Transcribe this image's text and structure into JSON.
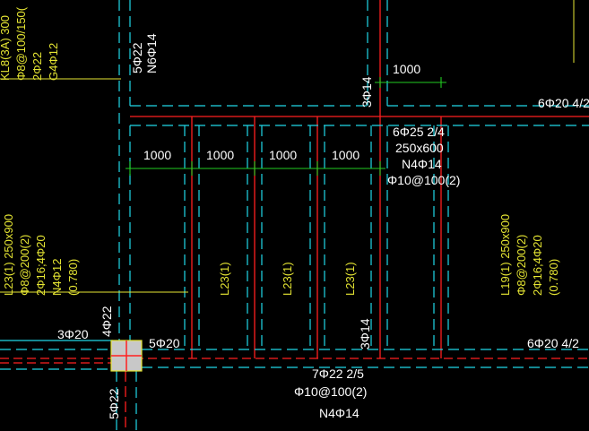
{
  "colors": {
    "background": "#000000",
    "beam_line": "#ff2020",
    "cyan_dash": "#20d8e8",
    "yellow": "#e6e633",
    "green_dim": "#22cc22",
    "white_text": "#ffffff",
    "column_fill": "#c8c8c8"
  },
  "top_left_block": {
    "line1": "KL8(3A) 300",
    "line2": "Φ8@100/150(",
    "line3": "2Φ22",
    "line4": "G4Φ12"
  },
  "top_mid_label": {
    "line1": "5Φ22",
    "line2": "N6Φ14"
  },
  "dim_top_right": "1000",
  "dims_row": [
    "1000",
    "1000",
    "1000",
    "1000"
  ],
  "bar_3_14_top": "3Φ14",
  "bar_6_20_top": "6Φ20 4/2",
  "beam_main": {
    "line1": "6Φ25 2/4",
    "line2": "250x600",
    "line3": "N4Φ14",
    "line4": "Φ10@100(2)"
  },
  "left_beam": {
    "line1": "L23(1) 250x900",
    "line2": "Φ8@200(2)",
    "line3": "2Φ16;4Φ20",
    "line4": "N4Φ12",
    "line5": "(0.780)"
  },
  "right_beam": {
    "line1": "L19(1) 250x900",
    "line2": "Φ8@200(2)",
    "line3": "2Φ16;4Φ20",
    "line4": "(0.780)"
  },
  "mid_beams": [
    "L23(1)",
    "L23(1)",
    "L23(1)"
  ],
  "bar_4_22": "4Φ22",
  "bar_3_20": "3Φ20",
  "bar_5_20": "5Φ20",
  "bar_3_14_bottom": "3Φ14",
  "bar_6_20_bottom": "6Φ20 4/2",
  "bar_5_22": "5Φ22",
  "bottom_beam": {
    "line1": "7Φ22 2/5",
    "line2": "Φ10@100(2)",
    "line3": "N4Φ14"
  }
}
